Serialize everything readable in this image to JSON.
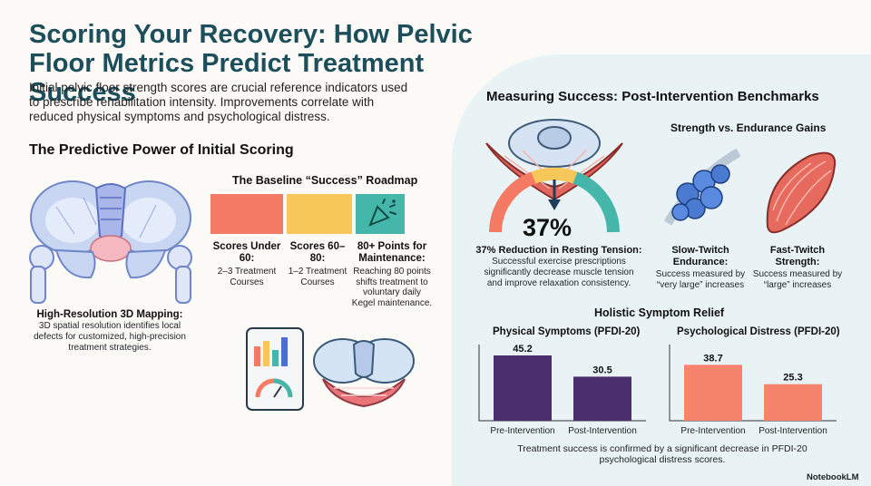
{
  "title": "Scoring Your Recovery: How Pelvic Floor Metrics Predict Treatment Success",
  "intro": "Initial pelvic floor strength scores are crucial reference indicators used to prescribe rehabilitation intensity. Improvements correlate with reduced physical symptoms and psychological distress.",
  "predictive": {
    "heading": "The Predictive Power of Initial Scoring",
    "mapping_title": "High-Resolution 3D Mapping:",
    "mapping_text": "3D spatial resolution identifies local defects for customized, high-precision treatment strategies."
  },
  "roadmap": {
    "heading": "The Baseline “Success” Roadmap",
    "colors": [
      "#f47a63",
      "#f7c75a",
      "#45b7aa"
    ],
    "items": [
      {
        "title": "Scores Under 60:",
        "text": "2–3 Treatment Courses"
      },
      {
        "title": "Scores 60–80:",
        "text": "1–2 Treatment Courses"
      },
      {
        "title": "80+ Points for Maintenance:",
        "text": "Reaching 80 points shifts treatment to voluntary daily Kegel maintenance."
      }
    ]
  },
  "benchmarks": {
    "heading": "Measuring Success: Post-Intervention Benchmarks",
    "gauge_value": "37%",
    "reduction_title": "37% Reduction in Resting Tension:",
    "reduction_text": "Successful exercise prescriptions significantly decrease muscle tension and improve relaxation consistency.",
    "strength_heading": "Strength vs. Endurance Gains",
    "slow_title": "Slow-Twitch Endurance:",
    "slow_text": "Success measured by “very large” increases",
    "fast_title": "Fast-Twitch Strength:",
    "fast_text": "Success measured by “large” increases"
  },
  "relief": {
    "heading": "Holistic Symptom Relief",
    "footer": "Treatment success is confirmed by a significant decrease in PFDI-20 psychological distress scores."
  },
  "chart_data": [
    {
      "type": "bar",
      "title": "Physical Symptoms (PFDI-20)",
      "categories": [
        "Pre-Intervention",
        "Post-Intervention"
      ],
      "values": [
        45.2,
        30.5
      ],
      "color": "#4a2e6e"
    },
    {
      "type": "bar",
      "title": "Psychological Distress (PFDI-20)",
      "categories": [
        "Pre-Intervention",
        "Post-Intervention"
      ],
      "values": [
        38.7,
        25.3
      ],
      "color": "#f6836b"
    }
  ],
  "brand": "NotebookLM"
}
